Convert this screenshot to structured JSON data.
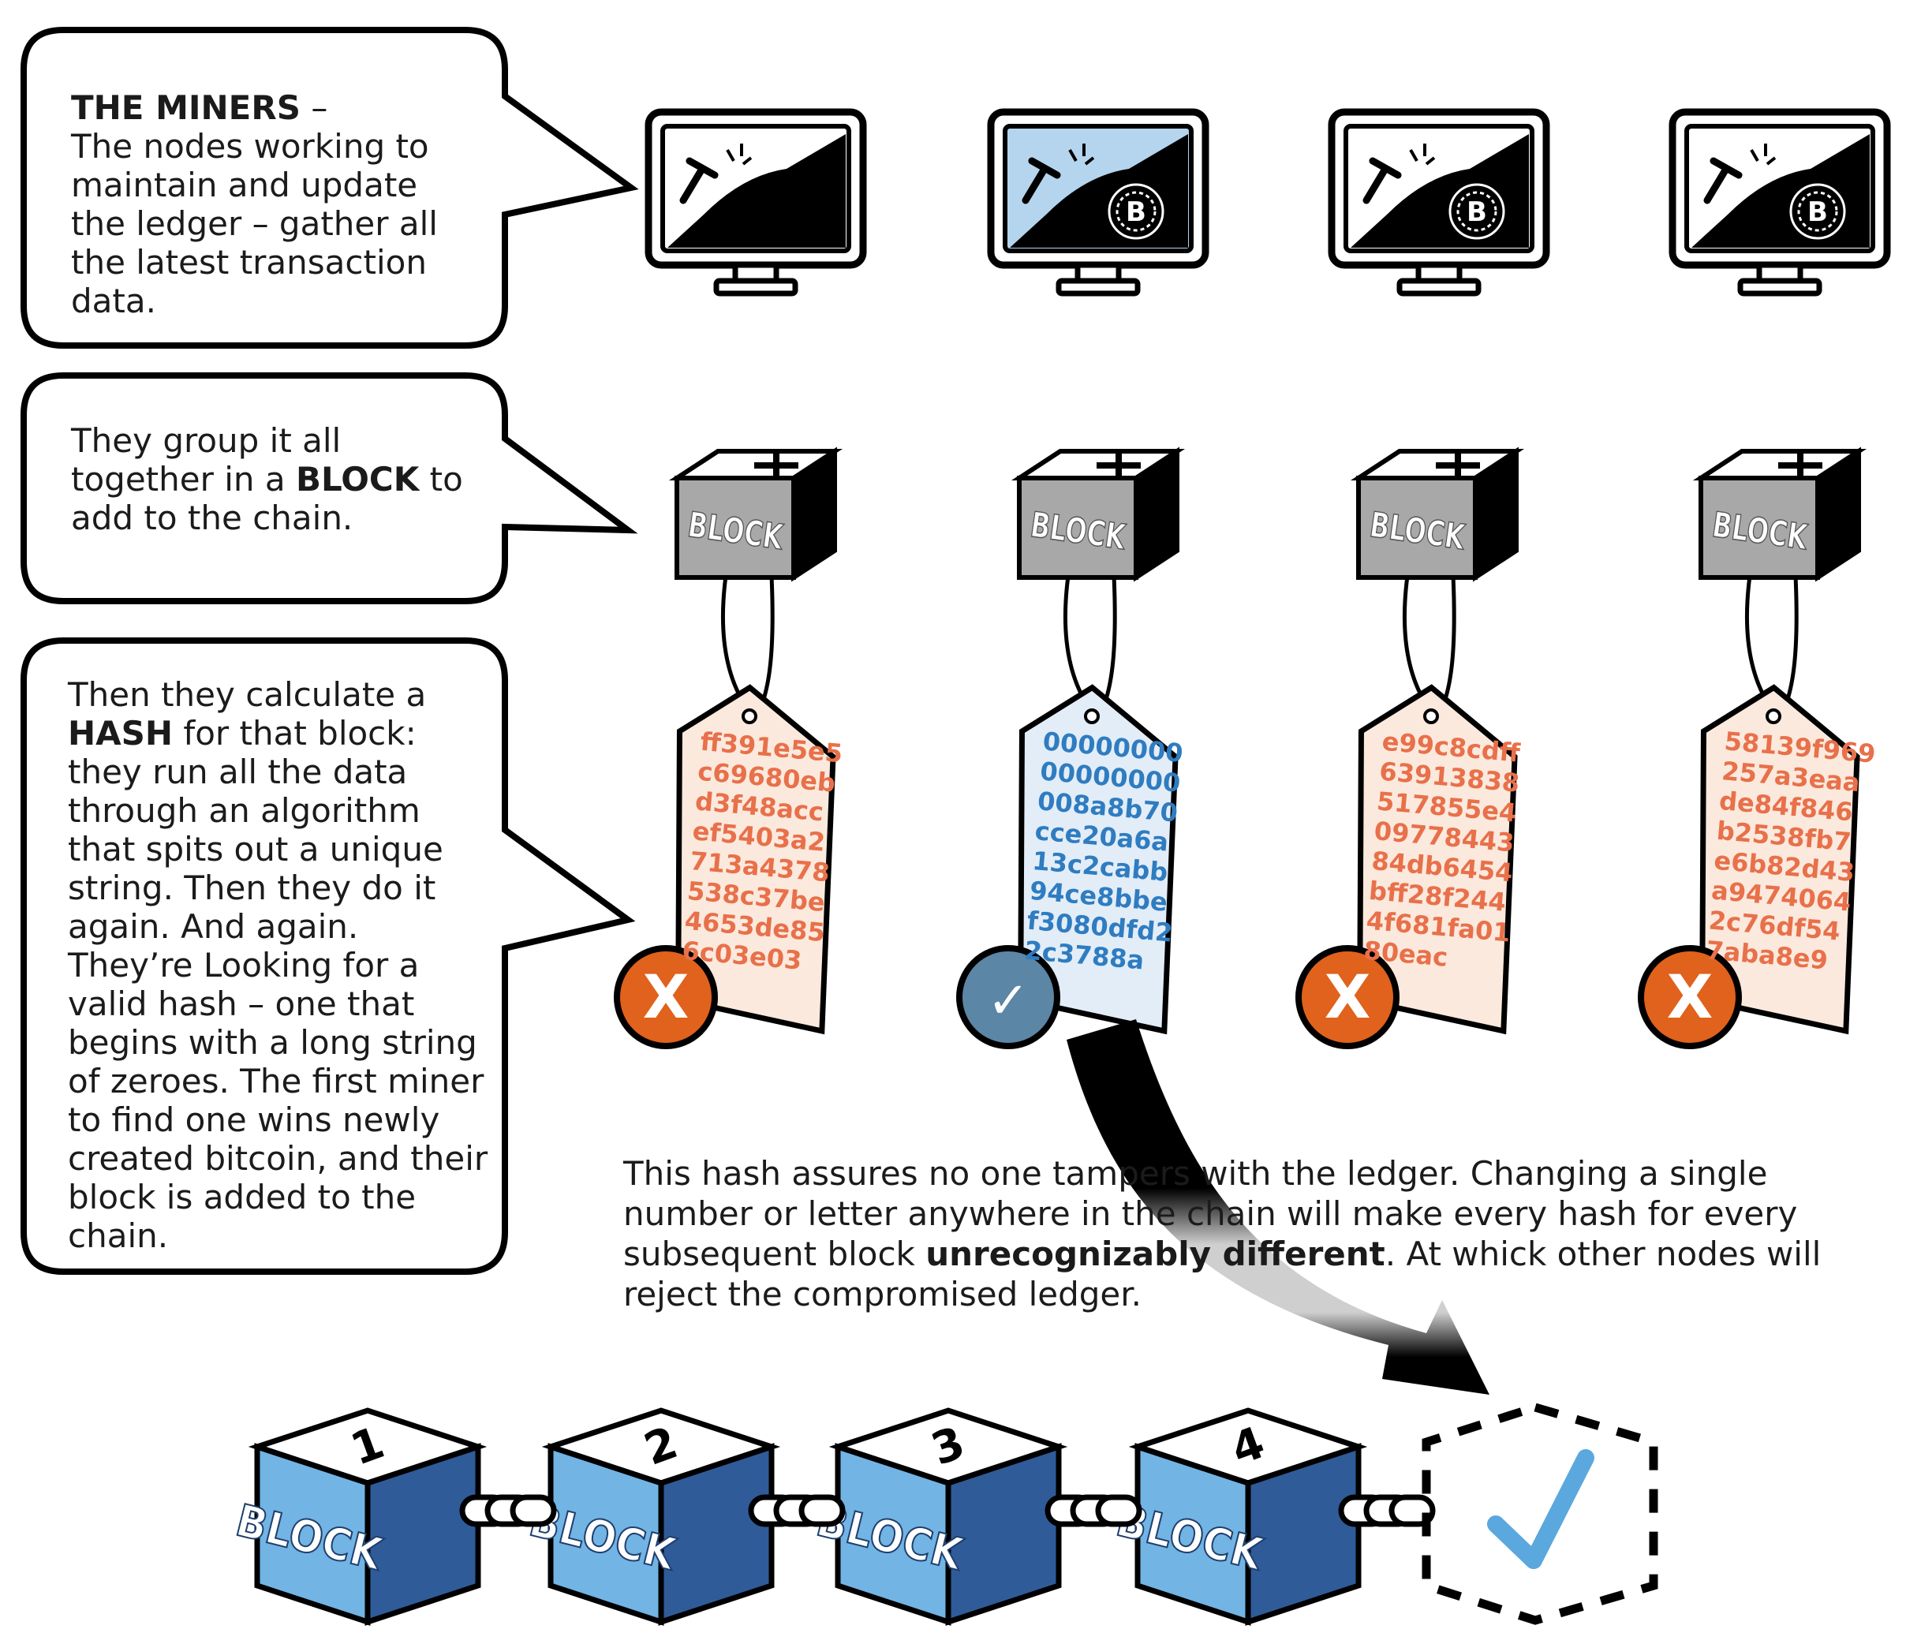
{
  "bubbles": {
    "miners": {
      "title": "THE MINERS",
      "dash": " –",
      "body": "The nodes working to maintain and update the ledger – gather all the latest transaction data."
    },
    "block": {
      "before": "They group it all together in a ",
      "bold": "BLOCK",
      "after": " to add to the chain."
    },
    "hash": {
      "before": "Then they calculate a ",
      "bold": "HASH",
      "after": " for that block: they run all the data through an algorithm that spits out a unique string. Then they do it again. And again. They’re Looking for a valid hash – one that begins with a long string of zeroes. The first miner to find one wins newly created bitcoin, and their block is added to the chain."
    }
  },
  "block_label": "BLOCK",
  "tags": [
    {
      "lines": [
        "ff391e5e5",
        "c69680eb",
        "d3f48acc",
        "ef5403a2",
        "713a4378",
        "538c37be",
        "4653de85",
        "6c03e03"
      ],
      "result": "X",
      "valid": false
    },
    {
      "lines": [
        "00000000",
        "00000000",
        "008a8b70",
        "cce20a6a",
        "13c2cabb",
        "94ce8bbe",
        "f3080dfd2",
        "2c3788a"
      ],
      "result": "✓",
      "valid": true
    },
    {
      "lines": [
        "e99c8cdff",
        "63913838",
        "517855e4",
        "09778443",
        "84db6454",
        "bff28f244",
        "4f681fa01",
        "80eac"
      ],
      "result": "X",
      "valid": false
    },
    {
      "lines": [
        "58139f969",
        "257a3eaa",
        "de84f846",
        "b2538fb7",
        "e6b82d43",
        "a9474064",
        "2c76df54",
        "7aba8e9"
      ],
      "result": "X",
      "valid": false
    }
  ],
  "note": {
    "before": "This hash assures no one tampers with the ledger. Changing a single number or letter anywhere in the chain will make every hash for every subsequent block ",
    "bold": "unrecognizably different",
    "after": ". At whick other nodes will reject the compromised ledger."
  },
  "chain": [
    {
      "number": "1",
      "label": "BLOCK"
    },
    {
      "number": "2",
      "label": "BLOCK"
    },
    {
      "number": "3",
      "label": "BLOCK"
    },
    {
      "number": "4",
      "label": "BLOCK"
    }
  ],
  "colors": {
    "reject": "#e0621c",
    "accept": "#5b86a6",
    "tag_bad_bg": "#fbe9dd",
    "tag_good_bg": "#e2edf8",
    "chain_front": "#72b4e4",
    "chain_side": "#2f5b99",
    "check": "#5aa8de",
    "screen_active": "#b5d5ee"
  }
}
